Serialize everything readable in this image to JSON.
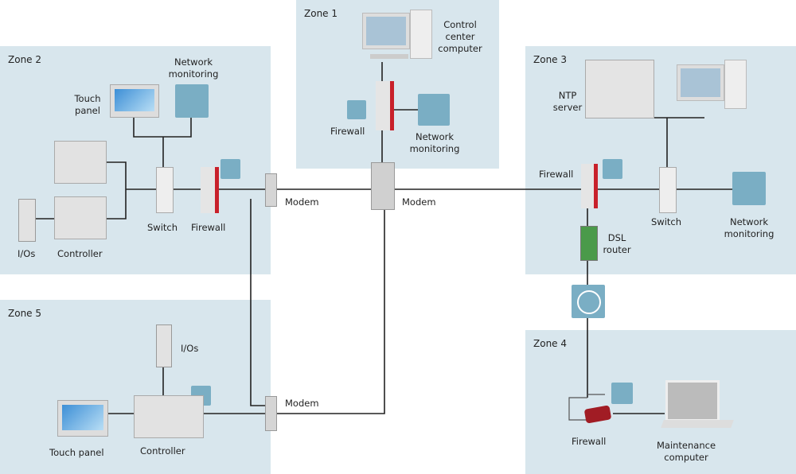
{
  "zones": [
    {
      "label": "Zone 1"
    },
    {
      "label": "Zone 2"
    },
    {
      "label": "Zone 3"
    },
    {
      "label": "Zone 4"
    },
    {
      "label": "Zone 5"
    }
  ],
  "labels": {
    "control_center": "Control center computer",
    "firewall": "Firewall",
    "network_monitoring": "Network monitoring",
    "modem": "Modem",
    "touch_panel": "Touch panel",
    "touch_panel_z5": "Touch panel",
    "switch": "Switch",
    "ios": "I/Os",
    "controller": "Controller",
    "ntp_server": "NTP server",
    "dsl_router": "DSL router",
    "maintenance_computer": "Maintenance computer"
  },
  "colors": {
    "zone_bg": "#d8e6ed",
    "icon_tile": "#7aaec4",
    "firewall_red": "#c8202a",
    "line": "#222222"
  }
}
